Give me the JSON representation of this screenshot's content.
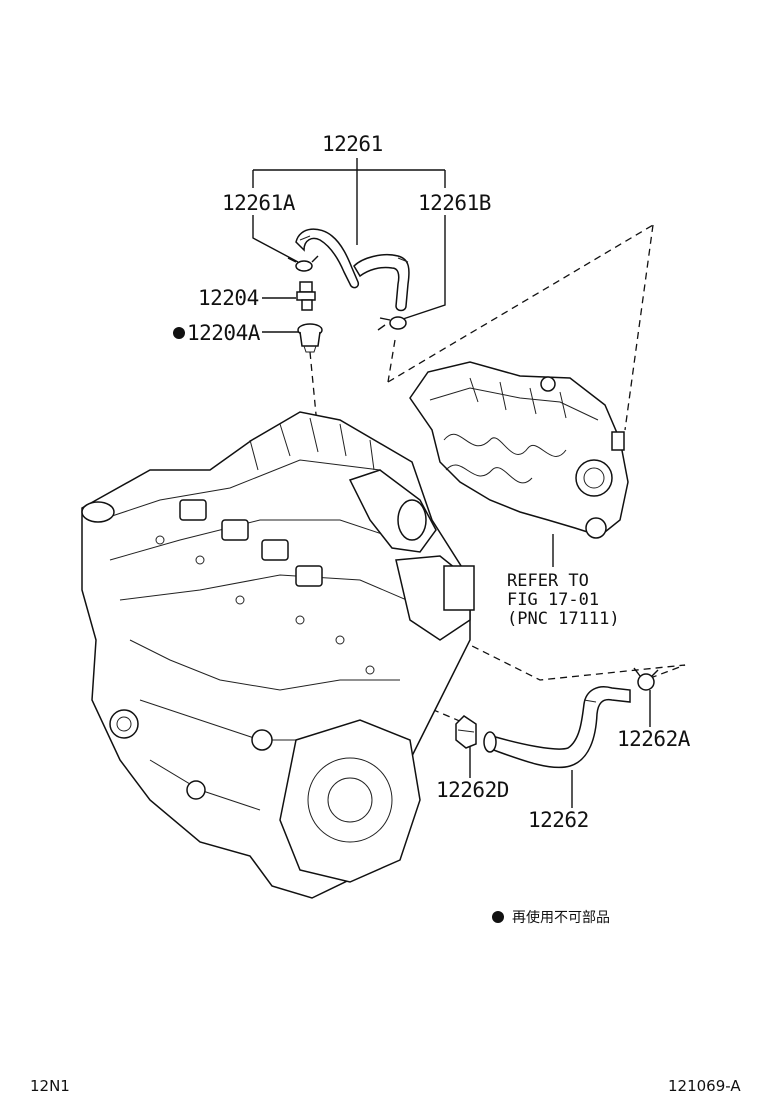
{
  "parts": {
    "p12261": "12261",
    "p12261A": "12261A",
    "p12261B": "12261B",
    "p12204": "12204",
    "p12204A": "12204A",
    "p12262A": "12262A",
    "p12262D": "12262D",
    "p12262": "12262"
  },
  "reference": {
    "line1": "REFER TO",
    "line2": "FIG 17-01",
    "line3": "(PNC 17111)"
  },
  "legend": {
    "text": "再使用不可部品"
  },
  "footer": {
    "left": "12N1",
    "right": "121069-A"
  },
  "icons": {
    "non_reusable_marker": "filled-circle-icon"
  }
}
